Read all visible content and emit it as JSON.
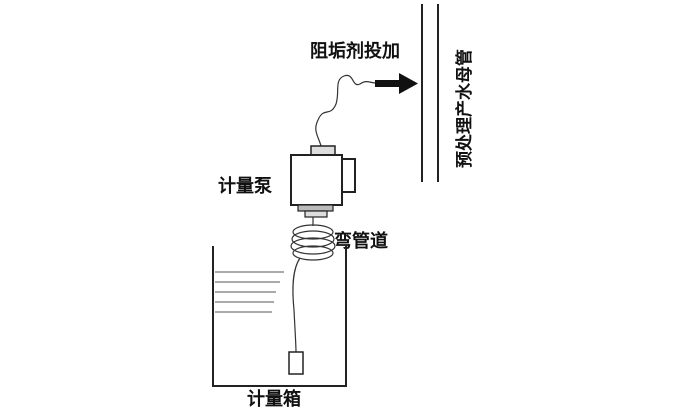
{
  "labels": {
    "pipe": "预处理产水母管",
    "dosing": "阻垢剂投加",
    "pump": "计量泵",
    "bend": "弯管道",
    "tank": "计量箱"
  }
}
